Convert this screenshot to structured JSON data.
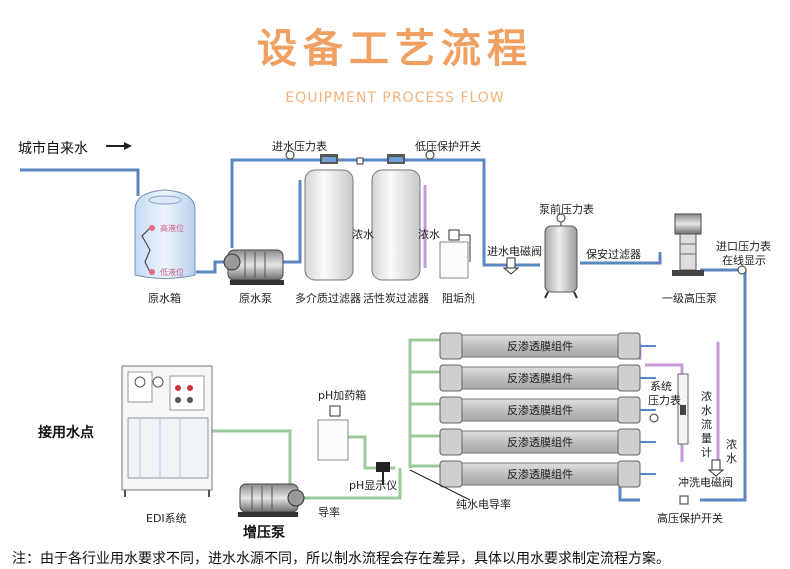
{
  "header": {
    "title": "设备工艺流程",
    "subtitle": "EQUIPMENT PROCESS FLOW"
  },
  "inlet": {
    "label": "城市自来水"
  },
  "equipment": {
    "raw_tank": "原水箱",
    "raw_pump": "原水泵",
    "multi_filter": "多介质过滤器",
    "carbon_filter": "活性炭过滤器",
    "scale_inhibitor": "阻垢剂",
    "security_filter": "保安过滤器",
    "hp_pump": "一级高压泵",
    "edi": "EDI系统",
    "booster_pump": "增压泵",
    "ph_tank": "pH加药箱"
  },
  "instruments": {
    "inlet_gauge": "进水压力表",
    "low_pressure_switch": "低压保护开关",
    "pre_pump_gauge": "泵前压力表",
    "inlet_solenoid": "进水电磁阀",
    "inlet_pressure_online": "进口压力表",
    "online_display": "在线显示",
    "system_gauge_a": "系统",
    "system_gauge_b": "压力表",
    "concentrate_flowmeter": "浓水流量计",
    "flush_solenoid": "冲洗电磁阀",
    "hp_protection_switch": "高压保护开关",
    "ph_display": "pH显示仪",
    "pure_conductivity": "纯水电导率",
    "conductivity_partial": "导率"
  },
  "concentrate": {
    "label_a": "浓水",
    "label_b": "浓水",
    "label_c": "浓水"
  },
  "ro_modules": [
    "反渗透膜组件",
    "反渗透膜组件",
    "反渗透膜组件",
    "反渗透膜组件",
    "反渗透膜组件"
  ],
  "outlet": {
    "label": "接用水点"
  },
  "badges": {
    "level_high": "高液位",
    "level_low": "低液位"
  },
  "footer": {
    "note": "注：由于各行业用水要求不同，进水水源不同，所以制水流程会存在差异，具体以用水要求制定流程方案。"
  },
  "colors": {
    "title": "#f0a060",
    "pipe_blue": "#5b86c2",
    "pipe_green": "#9cc89a",
    "pipe_purple": "#c59ad6",
    "tank_blue": "#cfe0f5"
  }
}
